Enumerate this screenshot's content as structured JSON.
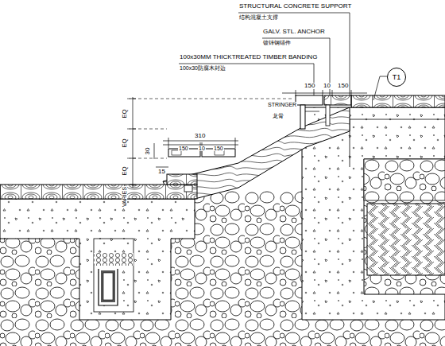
{
  "diagram": {
    "nodes": [
      {
        "text": [
          "T1"
        ]
      }
    ],
    "labels": [
      "STRUCTURAL CONCRETE SUPPORT",
      "结构混凝土支撑",
      "GALV. STL. ANCHOR",
      "镀锌钢锚件",
      "100x30MM THICKTREATED TIMBER BANDING",
      "100x30防腐木封边",
      "150",
      "10",
      "150",
      "STRINGER",
      "龙骨",
      "EQ",
      "EQ",
      "EQ",
      "310",
      "150",
      "10",
      "150",
      "30",
      "15",
      "VARIES"
    ]
  }
}
